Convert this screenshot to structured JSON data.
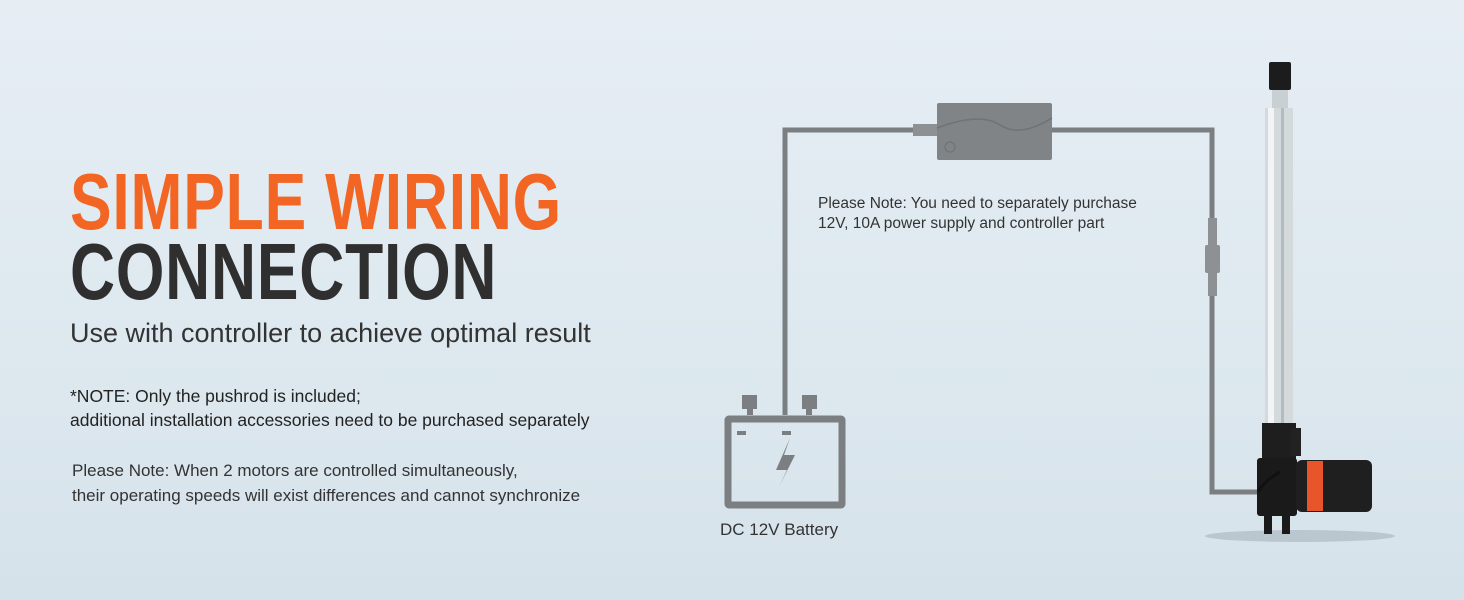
{
  "title": {
    "line1": "SIMPLE WIRING",
    "line2": "CONNECTION"
  },
  "subtitle": "Use with controller to achieve optimal result",
  "note": {
    "line1": "*NOTE: Only the pushrod is included;",
    "line2": "additional installation accessories need to be purchased separately"
  },
  "note2": {
    "line1": "Please Note: When 2 motors are controlled simultaneously,",
    "line2": "their operating speeds will exist differences and cannot synchronize"
  },
  "diagram": {
    "power_note": {
      "line1": "Please Note: You need to separately purchase",
      "line2": "12V, 10A power supply and controller part"
    },
    "battery_label": "DC 12V Battery"
  },
  "colors": {
    "accent": "#f26522",
    "dark": "#2f2f2f",
    "wire": "#7b7f82"
  }
}
